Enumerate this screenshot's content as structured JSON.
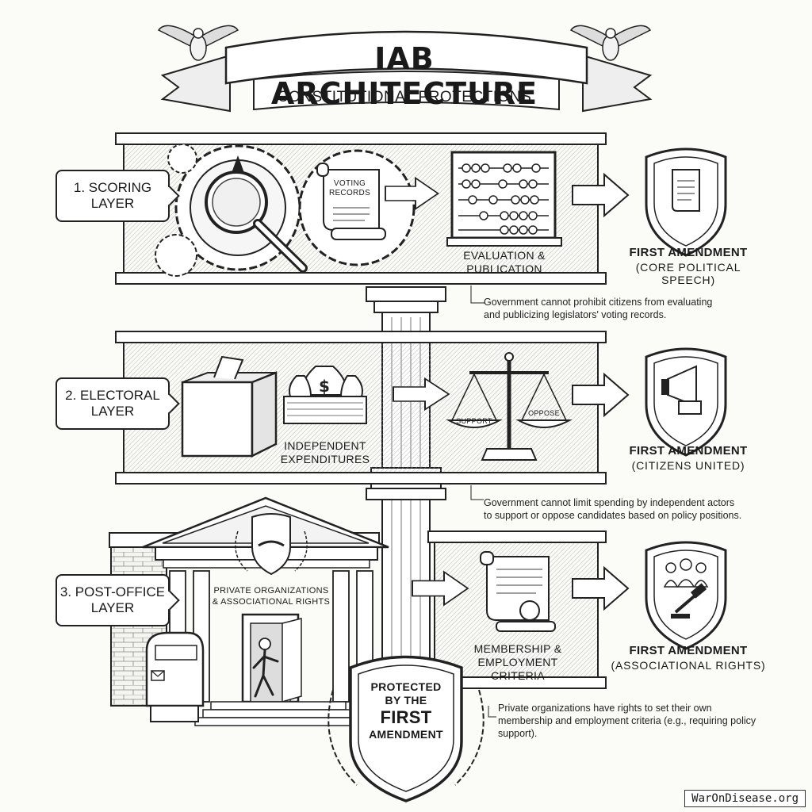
{
  "header": {
    "title": "IAB ARCHITECTURE",
    "subtitle": "CONSTITUTIONAL PROTECTIONS"
  },
  "layers": [
    {
      "label_line1": "1. SCORING",
      "label_line2": "LAYER",
      "scroll_text_1": "VOTING",
      "scroll_text_2": "RECORDS",
      "process_line1": "EVALUATION &",
      "process_line2": "PUBLICATION",
      "protection_title": "FIRST AMENDMENT",
      "protection_subtitle": "(CORE POLITICAL SPEECH)",
      "note_line1": "Government cannot prohibit citizens from evaluating",
      "note_line2": "and publicizing legislators' voting records."
    },
    {
      "label_line1": "2. ELECTORAL",
      "label_line2": "LAYER",
      "expenditure_line1": "INDEPENDENT",
      "expenditure_line2": "EXPENDITURES",
      "scale_left": "SUPPORT",
      "scale_right": "OPPOSE",
      "protection_title": "FIRST AMENDMENT",
      "protection_subtitle": "(CITIZENS UNITED)",
      "note_line1": "Government cannot limit spending by independent actors",
      "note_line2": "to support or oppose candidates based on policy positions."
    },
    {
      "label_line1": "3. POST-OFFICE",
      "label_line2": "LAYER",
      "building_line1": "PRIVATE ORGANIZATIONS",
      "building_line2": "& ASSOCIATIONAL RIGHTS",
      "process_line1": "MEMBERSHIP &",
      "process_line2": "EMPLOYMENT",
      "process_line3": "CRITERIA",
      "protection_title": "FIRST AMENDMENT",
      "protection_subtitle": "(ASSOCIATIONAL RIGHTS)",
      "note_line1": "Private organizations have rights to set their own",
      "note_line2": "membership and employment criteria (e.g., requiring policy",
      "note_line3": "support)."
    }
  ],
  "badge": {
    "line1": "PROTECTED",
    "line2": "BY THE",
    "line3": "FIRST",
    "line4": "AMENDMENT"
  },
  "watermark": "WarOnDisease.org"
}
